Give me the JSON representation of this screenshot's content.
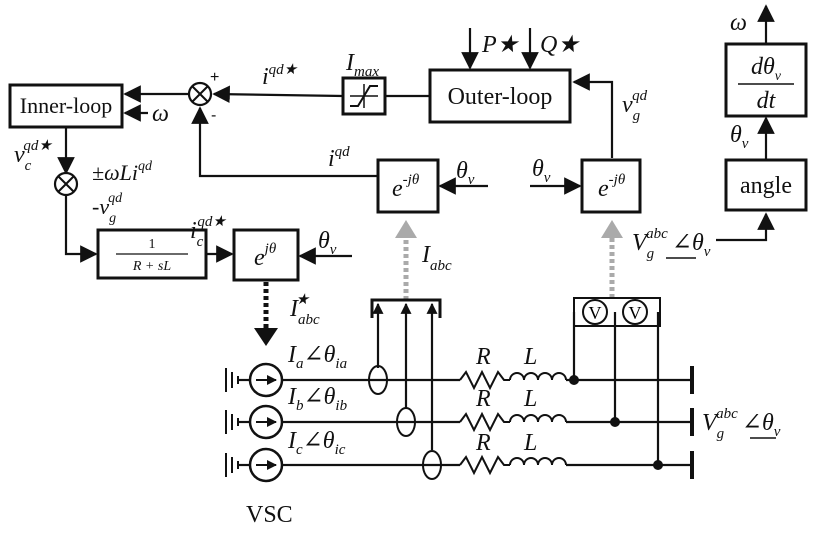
{
  "blocks": {
    "inner_loop": "Inner-loop",
    "outer_loop": "Outer-loop",
    "angle": "angle",
    "filter_num": "1",
    "filter_den": "R + sL",
    "rot_neg": "e",
    "rot_neg_exp": "-jθ",
    "rot_pos": "e",
    "rot_pos_exp": "jθ",
    "deriv_num": "dθ",
    "deriv_num_sub": "v",
    "deriv_den": "dt"
  },
  "labels": {
    "i_qd_star": "i",
    "i_qd_star_sup": "qd★",
    "i_max": "I",
    "i_max_sub": "max",
    "omega": "ω",
    "omega_out": "ω",
    "p_star": "P★",
    "q_star": "Q★",
    "v_c_qd_star": "v",
    "v_c_qd_star_sub": "c",
    "v_c_qd_star_sup": "qd★",
    "omega_li": "±ωLi",
    "omega_li_sup": "qd",
    "v_g_qd_neg": "-v",
    "v_g_qd_neg_sub": "g",
    "v_g_qd_neg_sup": "qd",
    "i_qd": "i",
    "i_qd_sup": "qd",
    "i_c_qd_star": "i",
    "i_c_qd_star_sub": "c",
    "i_c_qd_star_sup": "qd★",
    "theta_v": "θ",
    "theta_v_sub": "v",
    "v_g_qd": "v",
    "v_g_qd_sub": "g",
    "v_g_qd_sup": "qd",
    "i_abc": "I",
    "i_abc_sub": "abc",
    "i_abc_star": "I",
    "i_abc_star_sub": "abc",
    "i_abc_star_sup": "★",
    "v_g_abc": "V",
    "v_g_abc_sub": "g",
    "v_g_abc_sup": "abc",
    "theta_angle": "θ",
    "theta_angle_sub": "v",
    "ia": "I",
    "ia_sub": "a",
    "theta_ia": "θ",
    "theta_ia_sub": "ia",
    "ib": "I",
    "ib_sub": "b",
    "theta_ib": "θ",
    "theta_ib_sub": "ib",
    "ic": "I",
    "ic_sub": "c",
    "theta_ic": "θ",
    "theta_ic_sub": "ic",
    "r": "R",
    "l": "L",
    "vsc": "VSC",
    "plus": "+",
    "minus": "-",
    "voltmeter": "V"
  }
}
